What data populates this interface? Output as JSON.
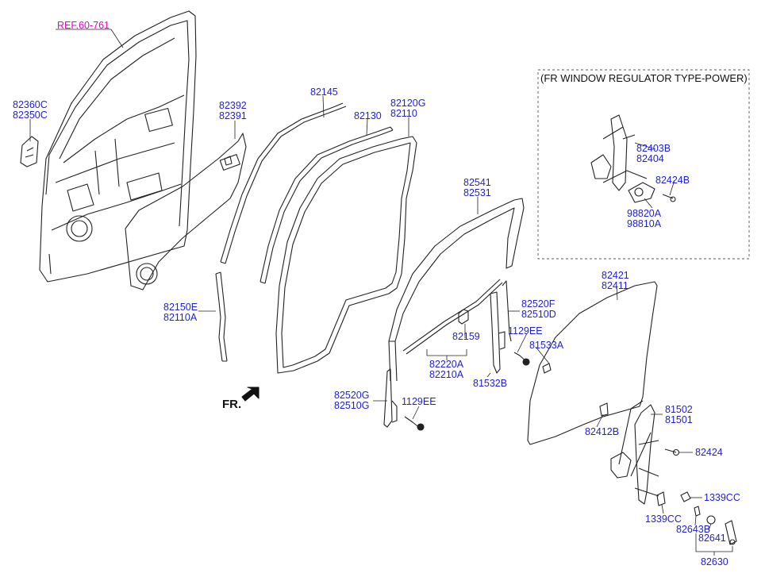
{
  "ref_label": "REF.60-761",
  "fr_label": "FR.",
  "inset": {
    "title": "(FR WINDOW REGULATOR TYPE-POWER)"
  },
  "parts": {
    "trim_inner_handle": [
      "82360C",
      "82350C"
    ],
    "trim_panel": [
      "82392",
      "82391"
    ],
    "outside_belt": "82145",
    "delta_cover": "82130",
    "door_seal": [
      "82120G",
      "82110"
    ],
    "run_lower": [
      "82150E",
      "82110A"
    ],
    "glass_run": [
      "82541",
      "82531"
    ],
    "rear_channel": [
      "82520F",
      "82510D"
    ],
    "clip": "82159",
    "channel_run": [
      "82220A",
      "82210A"
    ],
    "bolt_a": "1129EE",
    "holder": "81533A",
    "sash": "81532B",
    "front_channel": [
      "82520G",
      "82510G"
    ],
    "bolt_b": "1129EE",
    "glass": [
      "82421",
      "82411"
    ],
    "regulator": [
      "81502",
      "81501"
    ],
    "glass_holder": "82412B",
    "regulator_bolt": "82424",
    "nut_a": "1339CC",
    "nut_b": "1339CC",
    "handle_part": "82643B",
    "handle": "82641",
    "handle_assy": "82630",
    "inset_regulator": [
      "82403B",
      "82404"
    ],
    "inset_bolt": "82424B",
    "inset_motor": [
      "98820A",
      "98810A"
    ]
  }
}
